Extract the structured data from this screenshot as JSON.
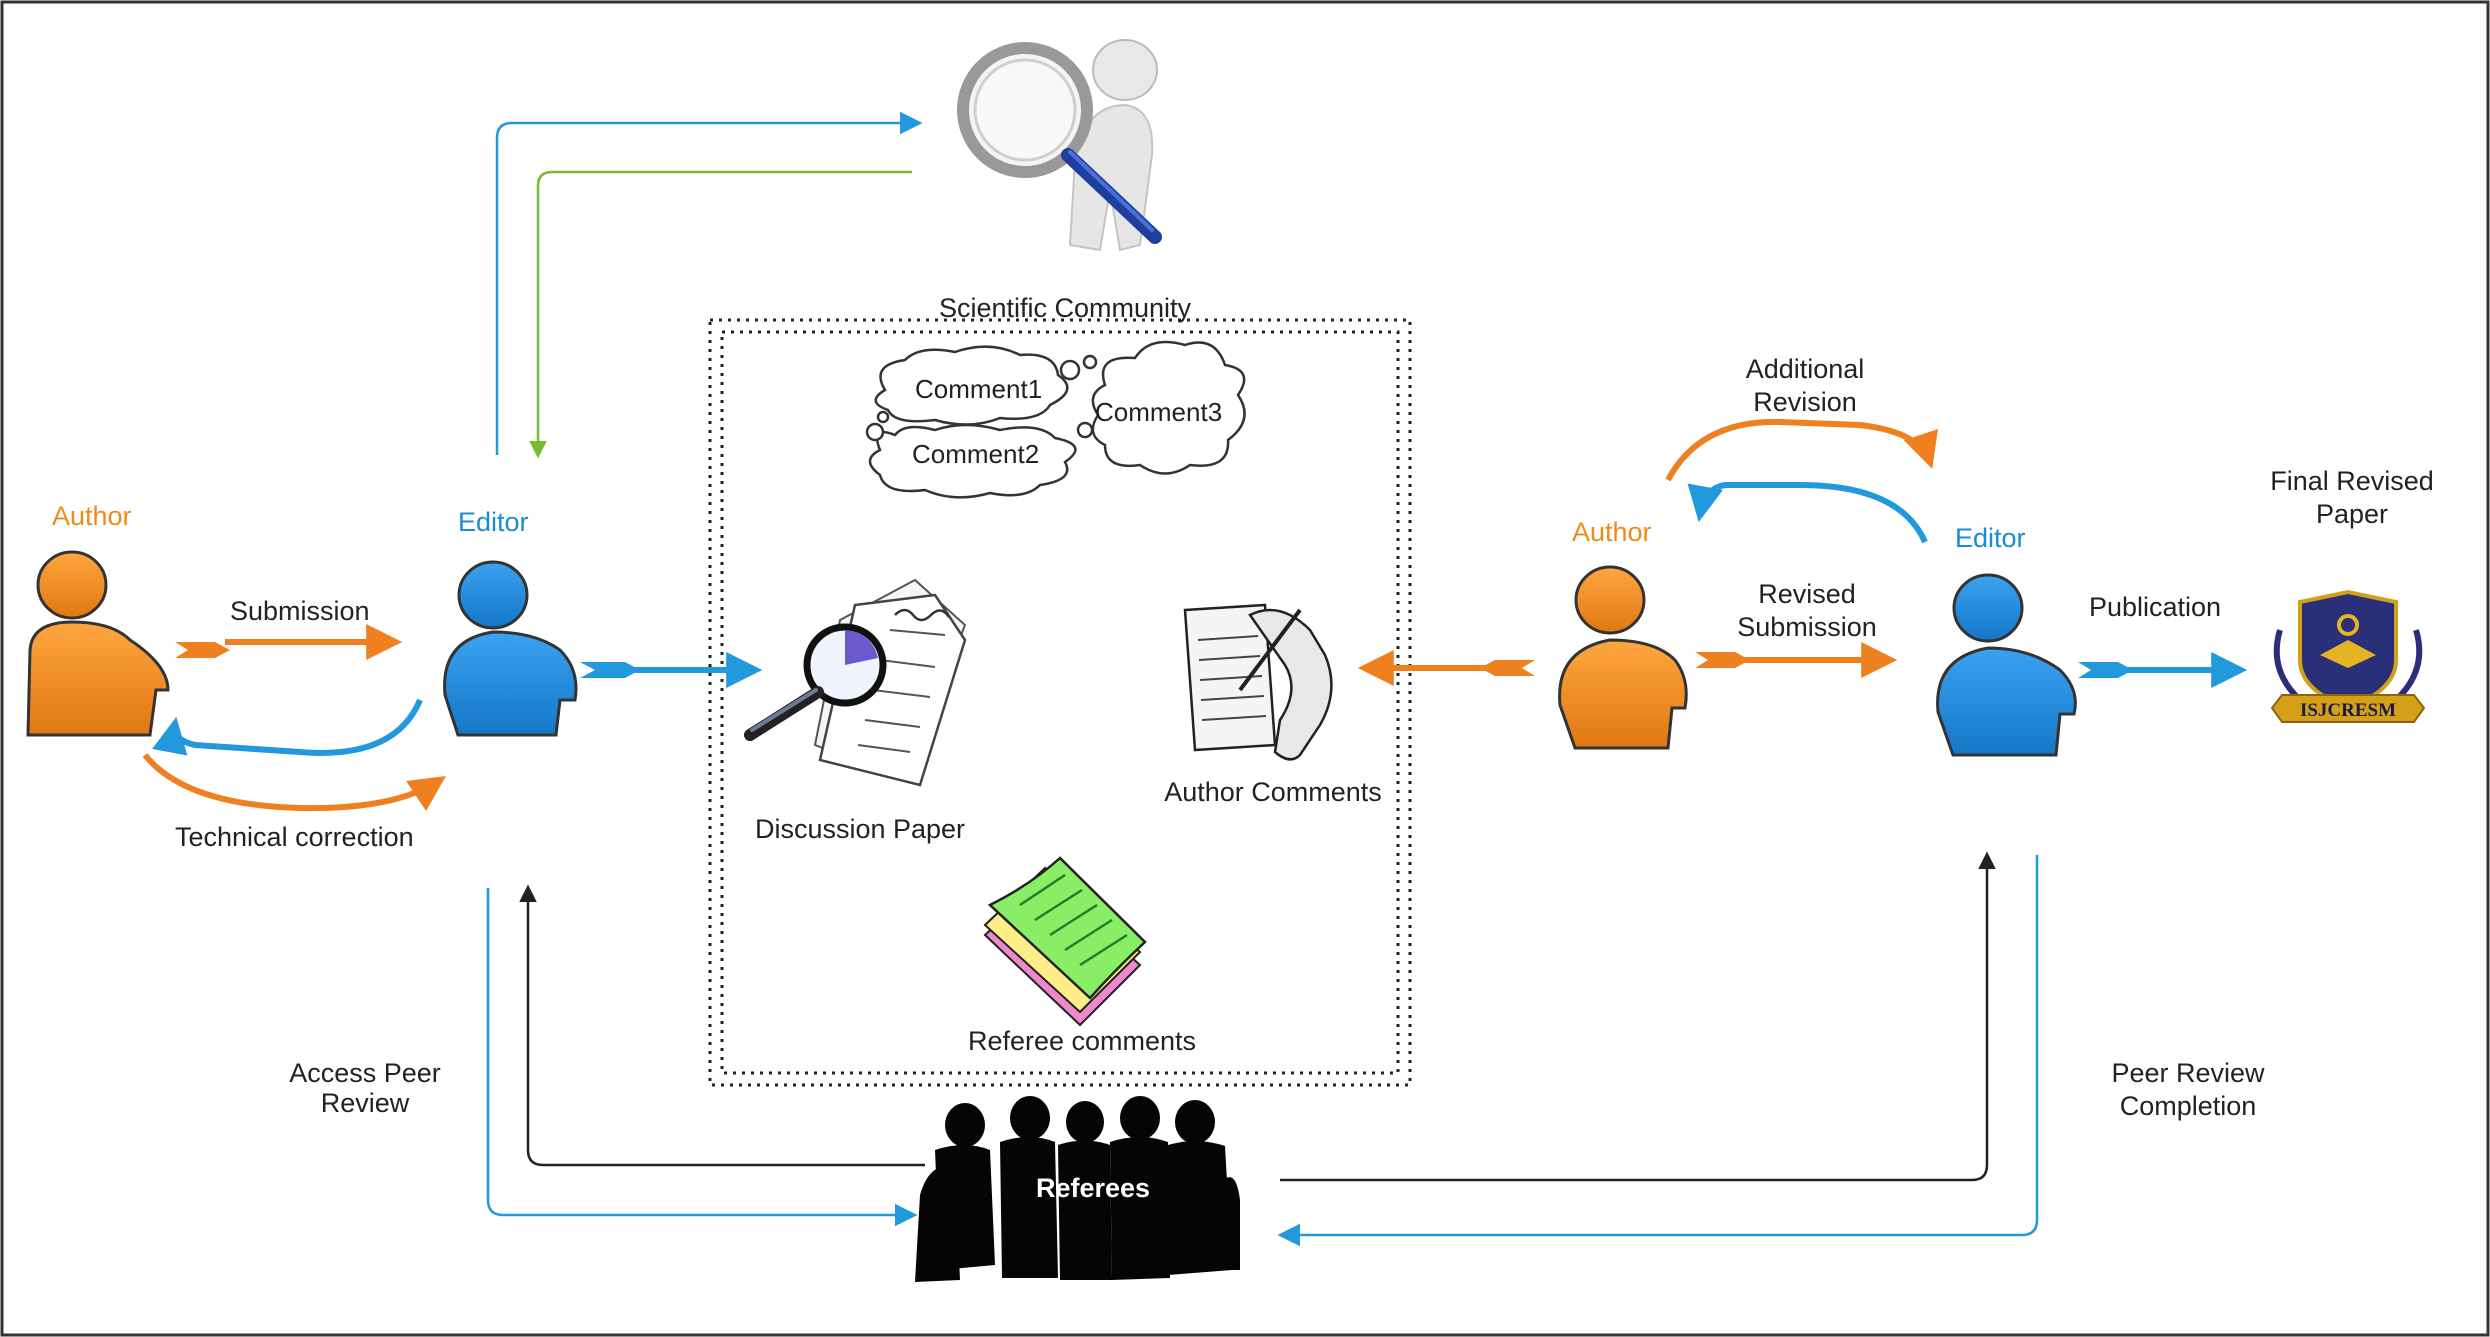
{
  "colors": {
    "author": "#f08a1c",
    "editor": "#1a8bd6",
    "arrow_blue": "#2299dd",
    "arrow_orange": "#ee8020",
    "arrow_green": "#77bb33",
    "arrow_black": "#222222",
    "referee_sheet": "#88ee66"
  },
  "left": {
    "author_label": "Author",
    "editor_label": "Editor",
    "submission_label": "Submission",
    "technical_correction_label": "Technical correction",
    "access_peer_review_line1": "Access Peer",
    "access_peer_review_line2": "Review"
  },
  "top": {
    "scientific_community_label": "Scientific Community"
  },
  "center": {
    "comments": [
      "Comment1",
      "Comment2",
      "Comment3"
    ],
    "discussion_paper_label": "Discussion Paper",
    "author_comments_label": "Author Comments",
    "referee_comments_label": "Referee comments"
  },
  "right": {
    "author_label": "Author",
    "editor_label": "Editor",
    "additional_revision_line1": "Additional",
    "additional_revision_line2": "Revision",
    "revised_submission_line1": "Revised",
    "revised_submission_line2": "Submission",
    "publication_label": "Publication",
    "final_revised_paper_line1": "Final Revised",
    "final_revised_paper_line2": "Paper",
    "logo_text": "ISJCRESM",
    "peer_review_completion_line1": "Peer Review",
    "peer_review_completion_line2": "Completion"
  },
  "bottom": {
    "referees_label": "Referees"
  }
}
